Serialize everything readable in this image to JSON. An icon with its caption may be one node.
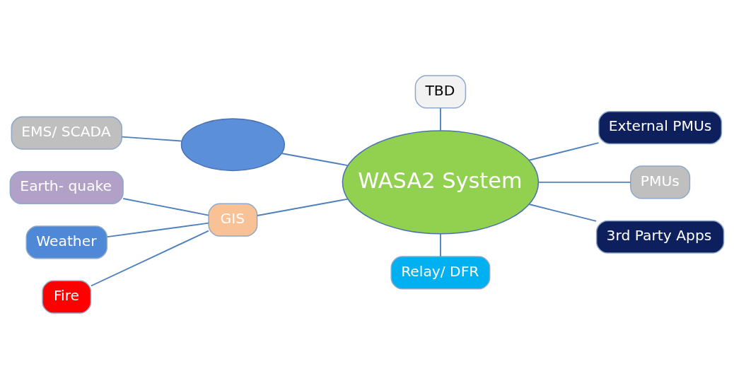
{
  "diagram": {
    "nodes": [
      {
        "text": [
          "EMS/ SCADA"
        ]
      },
      {
        "text": [],
        "shape": "ellipse"
      },
      {
        "text": [
          "TBD"
        ]
      },
      {
        "text": [
          "External PMUs"
        ]
      },
      {
        "text": [
          "Earth- quake"
        ]
      },
      {
        "text": [
          "GIS"
        ]
      },
      {
        "text": [
          "WASA2 System"
        ]
      },
      {
        "text": [
          "PMUs"
        ]
      },
      {
        "text": [
          "Weather"
        ]
      },
      {
        "text": [
          "3rd Party Apps"
        ]
      },
      {
        "text": [
          "Fire"
        ]
      },
      {
        "text": [
          "Relay/ DFR"
        ]
      }
    ],
    "edges": [
      {
        "from": 0,
        "to": 1,
        "arrow": "none"
      },
      {
        "from": 1,
        "to": 6,
        "arrow": "none"
      },
      {
        "from": 2,
        "to": 6,
        "arrow": "none"
      },
      {
        "from": 6,
        "to": 3,
        "arrow": "none"
      },
      {
        "from": 4,
        "to": 5,
        "arrow": "none"
      },
      {
        "from": 8,
        "to": 5,
        "arrow": "none"
      },
      {
        "from": 10,
        "to": 5,
        "arrow": "none"
      },
      {
        "from": 5,
        "to": 6,
        "arrow": "none"
      },
      {
        "from": 6,
        "to": 7,
        "arrow": "none"
      },
      {
        "from": 6,
        "to": 9,
        "arrow": "none"
      },
      {
        "from": 6,
        "to": 11,
        "arrow": "none"
      }
    ]
  }
}
